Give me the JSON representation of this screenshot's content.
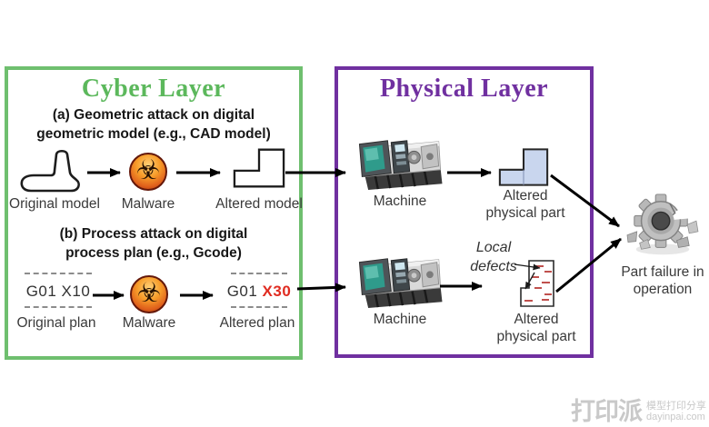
{
  "cyber": {
    "title": "Cyber Layer",
    "a_heading_1": "(a) Geometric attack on digital",
    "a_heading_2": "geometric model (e.g., CAD model)",
    "a_label_original": "Original model",
    "a_label_malware": "Malware",
    "a_label_altered": "Altered model",
    "b_heading_1": "(b) Process attack on digital",
    "b_heading_2": "process plan (e.g., Gcode)",
    "b_code_original": "G01 X10",
    "b_code_altered_prefix": "G01 ",
    "b_code_altered_changed": "X30",
    "b_label_original": "Original plan",
    "b_label_malware": "Malware",
    "b_label_altered": "Altered plan"
  },
  "physical": {
    "title": "Physical Layer",
    "machine_top_label": "Machine",
    "part_top_label_1": "Altered",
    "part_top_label_2": "physical part",
    "defects_note_1": "Local",
    "defects_note_2": "defects",
    "machine_bottom_label": "Machine",
    "part_bottom_label_1": "Altered",
    "part_bottom_label_2": "physical part"
  },
  "outcome": {
    "label_1": "Part failure in",
    "label_2": "operation"
  },
  "watermark": {
    "logo": "打印派",
    "tagline": "模型打印分享",
    "site": "dayinpai.com"
  },
  "glyphs": {
    "biohazard": "☣"
  },
  "colors": {
    "green": "#6fbf6f",
    "green_title": "#5cb85c",
    "purple": "#7030a0",
    "red": "#e02b20",
    "defect_red": "#c0504d",
    "part_fill": "#c9d6ee",
    "watermark_gray": "#c9c9c9"
  }
}
